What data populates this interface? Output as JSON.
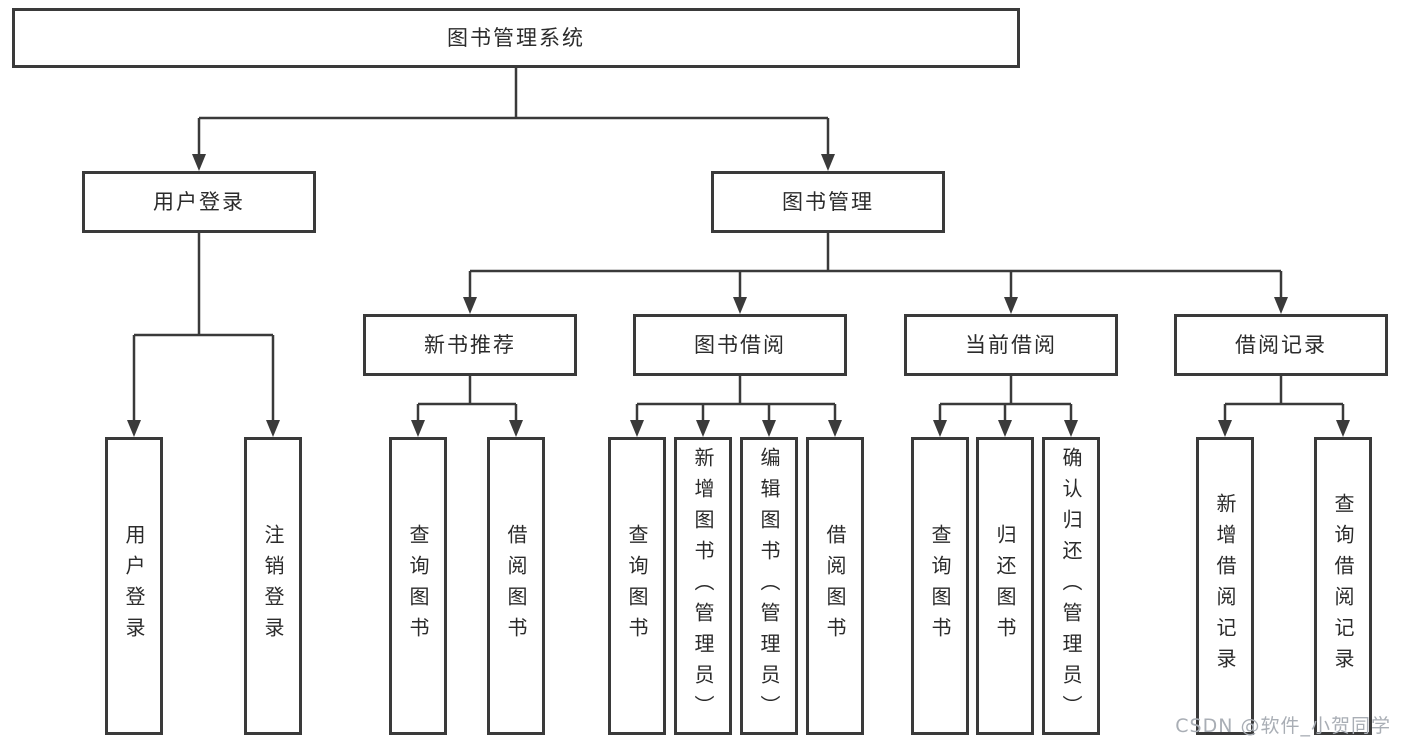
{
  "diagram_title": "图书管理系统",
  "watermark": "CSDN @软件_小贺同学",
  "colors": {
    "background": "#ffffff",
    "line": "#3a3a3a",
    "box_border": "#3a3a3a",
    "box_fill": "#ffffff",
    "text": "#2b2b2b",
    "watermark": "#a9aeb5"
  },
  "nodes": {
    "root": "图书管理系统",
    "user_login": "用户登录",
    "book_mgmt": "图书管理",
    "new_book_rec": "新书推荐",
    "book_borrow": "图书借阅",
    "current_borrow": "当前借阅",
    "borrow_record": "借阅记录",
    "leaf_user_login": "用户登录",
    "leaf_logout": "注销登录",
    "leaf_query_book_1": "查询图书",
    "leaf_borrow_book_1": "借阅图书",
    "leaf_query_book_2": "查询图书",
    "leaf_add_book": "新增图书（管理员）",
    "leaf_edit_book": "编辑图书（管理员）",
    "leaf_borrow_book_2": "借阅图书",
    "leaf_query_book_3": "查询图书",
    "leaf_return_book": "归还图书",
    "leaf_confirm_return": "确认归还（管理员）",
    "leaf_add_borrow_record": "新增借阅记录",
    "leaf_query_borrow_record": "查询借阅记录"
  },
  "hierarchy": {
    "root": "图书管理系统",
    "children": [
      {
        "label": "用户登录",
        "children": [
          "用户登录",
          "注销登录"
        ]
      },
      {
        "label": "图书管理",
        "children": [
          {
            "label": "新书推荐",
            "children": [
              "查询图书",
              "借阅图书"
            ]
          },
          {
            "label": "图书借阅",
            "children": [
              "查询图书",
              "新增图书（管理员）",
              "编辑图书（管理员）",
              "借阅图书"
            ]
          },
          {
            "label": "当前借阅",
            "children": [
              "查询图书",
              "归还图书",
              "确认归还（管理员）"
            ]
          },
          {
            "label": "借阅记录",
            "children": [
              "新增借阅记录",
              "查询借阅记录"
            ]
          }
        ]
      }
    ]
  }
}
